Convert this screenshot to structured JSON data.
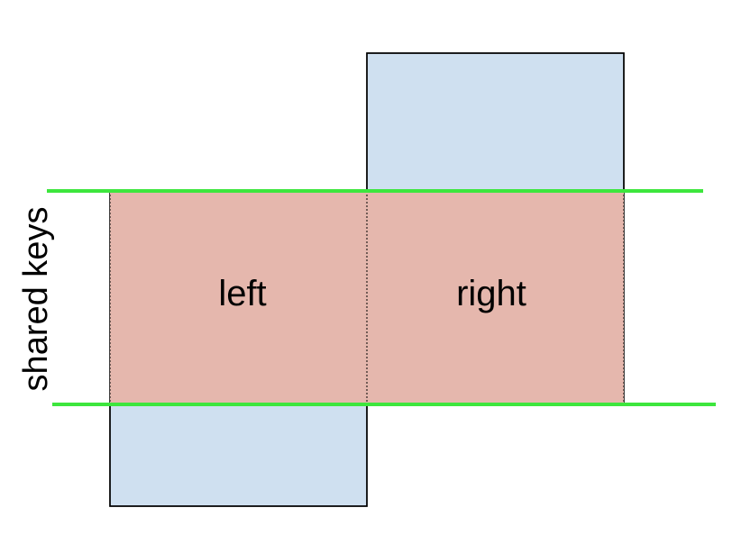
{
  "diagram": {
    "left_label": "left",
    "right_label": "right",
    "shared_label": "shared keys"
  },
  "colors": {
    "table_fill": "#cfe0f0",
    "overlap_fill": "#e5b7ad",
    "key_line": "#3de63d",
    "outline": "#000000"
  }
}
